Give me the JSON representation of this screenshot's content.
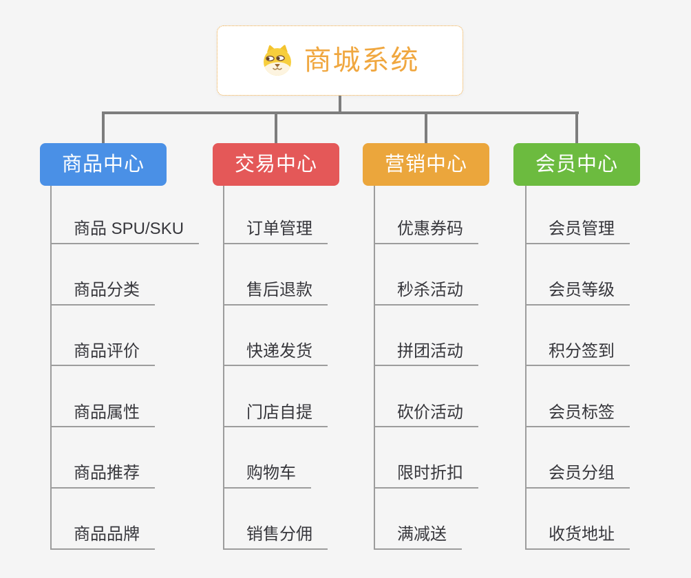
{
  "page": {
    "background": "#f5f5f5"
  },
  "root": {
    "title": "商城系统",
    "icon": "dog-face-icon",
    "text_color": "#f0a73f",
    "border_color": "#efa83e"
  },
  "connector_color": "#7d7d7d",
  "leaf_line_color": "#9c9c9c",
  "branches": [
    {
      "id": "product-center",
      "label": "商品中心",
      "color": "#4a90e6",
      "items": [
        "商品 SPU/SKU",
        "商品分类",
        "商品评价",
        "商品属性",
        "商品推荐",
        "商品品牌"
      ]
    },
    {
      "id": "trade-center",
      "label": "交易中心",
      "color": "#e45858",
      "items": [
        "订单管理",
        "售后退款",
        "快递发货",
        "门店自提",
        "购物车",
        "销售分佣"
      ]
    },
    {
      "id": "marketing-center",
      "label": "营销中心",
      "color": "#eba63c",
      "items": [
        "优惠券码",
        "秒杀活动",
        "拼团活动",
        "砍价活动",
        "限时折扣",
        "满减送"
      ]
    },
    {
      "id": "member-center",
      "label": "会员中心",
      "color": "#6cbb3f",
      "items": [
        "会员管理",
        "会员等级",
        "积分签到",
        "会员标签",
        "会员分组",
        "收货地址"
      ]
    }
  ]
}
